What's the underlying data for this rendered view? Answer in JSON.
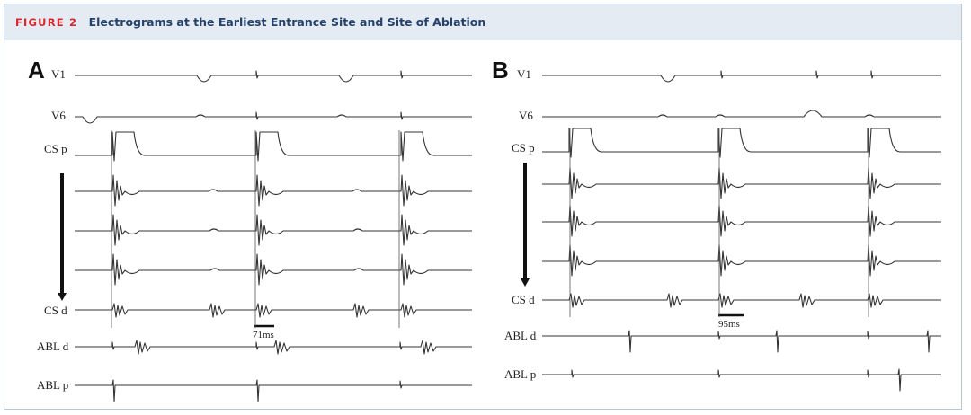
{
  "figure": {
    "label": "FIGURE 2",
    "title": "Electrograms at the Earliest Entrance Site and Site of Ablation"
  },
  "panels": [
    {
      "letter": "A",
      "leads": [
        "V1",
        "V6",
        "CS p",
        "",
        "",
        "",
        "CS d",
        "ABL d",
        "ABL p"
      ],
      "scale_label": "71ms"
    },
    {
      "letter": "B",
      "leads": [
        "V1",
        "V6",
        "CS p",
        "",
        "",
        "",
        "CS d",
        "ABL d",
        "ABL p"
      ],
      "scale_label": "95ms"
    }
  ],
  "colors": {
    "figure_label": "#d8262b",
    "title": "#24416b",
    "header_bg": "#e4ebf3",
    "trace": "#333333"
  }
}
